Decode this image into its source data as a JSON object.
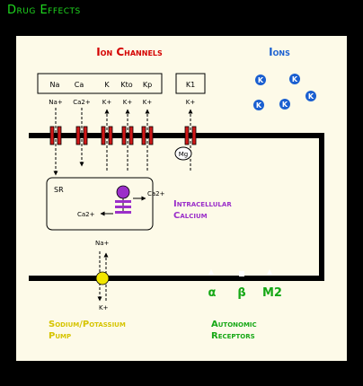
{
  "title": "Drug Effects",
  "ion_channels_heading": "Ion Channels",
  "ions_heading": "Ions",
  "channel_group_labels": [
    "Na",
    "Ca",
    "K",
    "Kto",
    "Kp"
  ],
  "channel_group2_label": "K1",
  "current_labels": [
    "Na+",
    "Ca2+",
    "K+",
    "K+",
    "K+"
  ],
  "k1_current_label": "K+",
  "mg_label": "Mg",
  "ion_symbol": "K",
  "sr_label": "SR",
  "ca_top_label": "Ca2+",
  "ca_bottom_label": "Ca2+",
  "intracellular_calcium": [
    "Intracellular",
    "Calcium"
  ],
  "pump_na_label": "Na+",
  "pump_k_label": "K+",
  "sodium_potassium_pump": [
    "Sodium/Potassium",
    "Pump"
  ],
  "receptors": [
    "α",
    "β",
    "M2"
  ],
  "autonomic_receptors": [
    "Autonomic",
    "Receptors"
  ],
  "colors": {
    "title_green": "#1fd81f",
    "heading_red": "#d40000",
    "ions_blue": "#1a5fd0",
    "purple": "#9b2fc9",
    "pump_yellow": "#d6c400",
    "receptor_green": "#16a816",
    "channel_red": "#d01818"
  }
}
